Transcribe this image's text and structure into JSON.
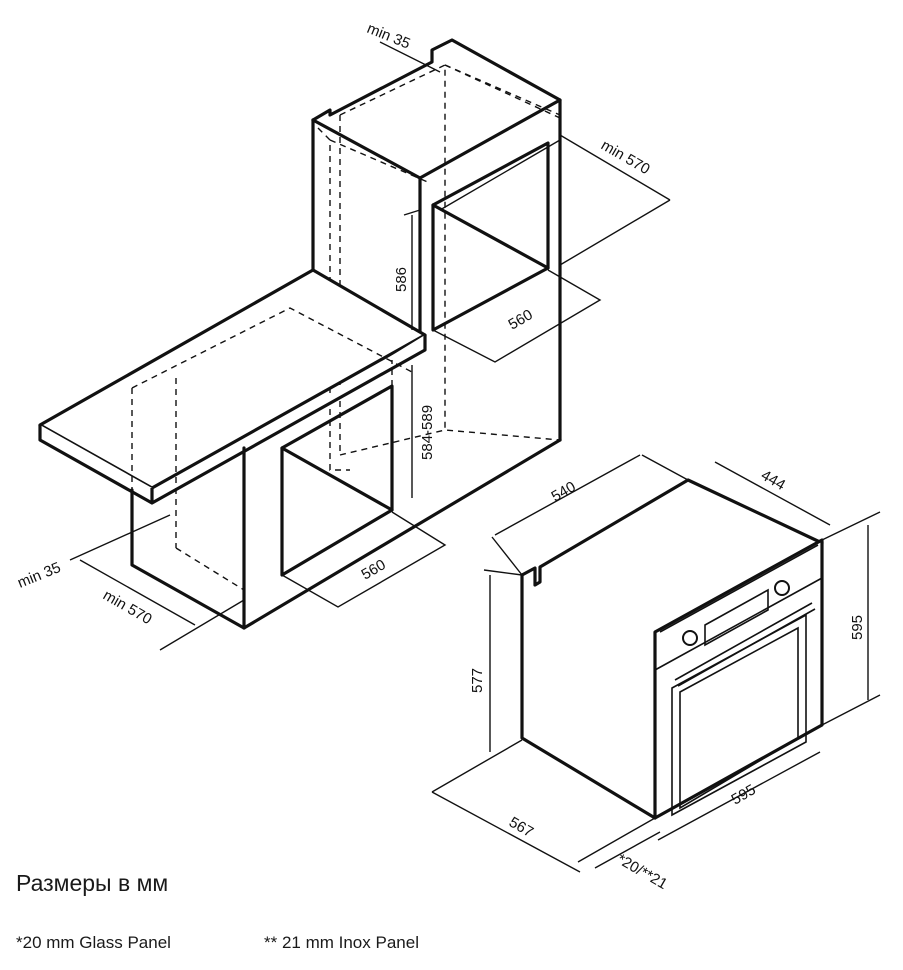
{
  "diagram": {
    "dimensions": {
      "min35_top": "min 35",
      "min570_top": "min 570",
      "h586": "586",
      "w560_upper": "560",
      "h584_589": "584-589",
      "w560_lower": "560",
      "min35_left": "min 35",
      "min570_left": "min 570",
      "d540": "540",
      "d444": "444",
      "h595": "595",
      "h577": "577",
      "w595": "595",
      "d567": "567",
      "panel": "*20/**21"
    }
  },
  "caption": {
    "title": "Размеры в мм",
    "note_glass": "*20 mm Glass Panel",
    "note_inox": "** 21 mm Inox Panel"
  },
  "colors": {
    "line": "#111111",
    "background": "#ffffff"
  }
}
